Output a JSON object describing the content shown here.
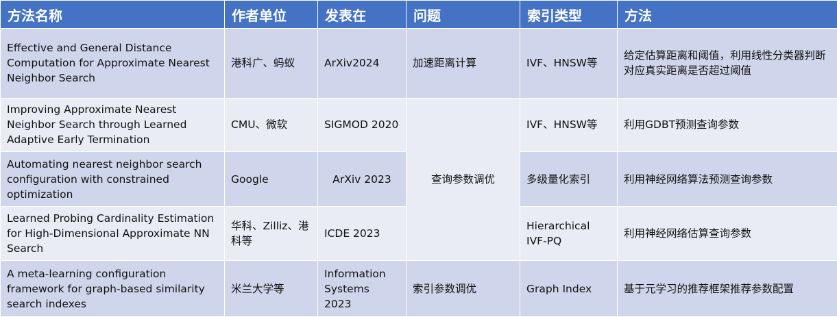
{
  "headers": [
    "方法名称",
    "作者单位",
    "发表在",
    "问题",
    "索引类型",
    "方法"
  ],
  "rows": [
    {
      "name": "Effective and General Distance Computation for Approximate Nearest Neighbor Search",
      "authors": "港科广、蚂蚁",
      "venue": "ArXiv2024",
      "problem": "加速距离计算",
      "index": "IVF、HNSW等",
      "method": "给定估算距离和阈值，利用线性分类器判断对应真实距离是否超过阈值"
    },
    {
      "name": "Improving Approximate Nearest Neighbor Search through Learned Adaptive Early Termination",
      "authors": "CMU、微软",
      "venue": "SIGMOD 2020",
      "problem": "查询参数调优",
      "index": "IVF、HNSW等",
      "method": "利用GDBT预测查询参数"
    },
    {
      "name": "Automating nearest neighbor search configuration with constrained optimization",
      "authors": "Google",
      "venue": "ArXiv 2023",
      "index": "多级量化索引",
      "method": "利用神经网络算法预测查询参数"
    },
    {
      "name": "Learned Probing Cardinality Estimation for High-Dimensional Approximate NN Search",
      "authors": "华科、Zilliz、港科等",
      "venue": "ICDE 2023",
      "index": "Hierarchical IVF-PQ",
      "method": "利用神经网络估算查询参数"
    },
    {
      "name": "A meta-learning configuration framework for graph-based similarity search indexes",
      "authors": "米兰大学等",
      "venue": "Information Systems 2023",
      "problem": "索引参数调优",
      "index": "Graph Index",
      "method": "基于元学习的推荐框架推荐参数配置"
    }
  ]
}
